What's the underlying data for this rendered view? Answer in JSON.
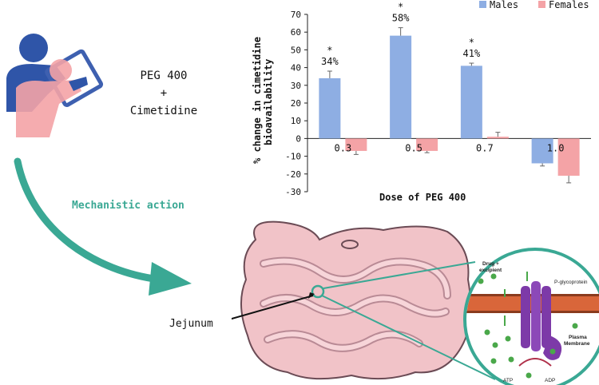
{
  "left_panel": {
    "treatment_line1": "PEG 400",
    "treatment_line2": "+",
    "treatment_line3": "Cimetidine",
    "arrow_label": "Mechanistic action",
    "organ_label": "Jejunum",
    "arrow_color": "#3aa894"
  },
  "chart_data": {
    "type": "bar",
    "categories": [
      "0.3",
      "0.5",
      "0.7",
      "1.0"
    ],
    "series": [
      {
        "name": "Males",
        "values": [
          34,
          58,
          41,
          -14
        ],
        "errors": [
          4,
          4.5,
          1.5,
          1.5
        ],
        "color": "#8eaee3"
      },
      {
        "name": "Females",
        "values": [
          -7,
          -7,
          1,
          -21
        ],
        "errors": [
          2,
          1,
          2.5,
          4
        ],
        "color": "#f4a3a6"
      }
    ],
    "data_labels": [
      "34%",
      "58%",
      "41%"
    ],
    "significance_marks": [
      "*",
      "*",
      "*"
    ],
    "ylabel_line1": "% change in cimetidine",
    "ylabel_line2": "bioavailability",
    "xlabel": "Dose of PEG 400",
    "ylim": [
      -30,
      70
    ],
    "yticks": [
      -30,
      -20,
      -10,
      0,
      10,
      20,
      30,
      40,
      50,
      60,
      70
    ],
    "legend_position": "top-right",
    "grid": false
  },
  "inset": {
    "drug_label_line1": "Drug +",
    "drug_label_line2": "excipient",
    "pgp_label": "P-glycoprotein",
    "membrane_label_line1": "Plasma",
    "membrane_label_line2": "Membrane",
    "atp_label": "ATP",
    "adp_label": "ADP",
    "ring_color": "#3aa894"
  }
}
